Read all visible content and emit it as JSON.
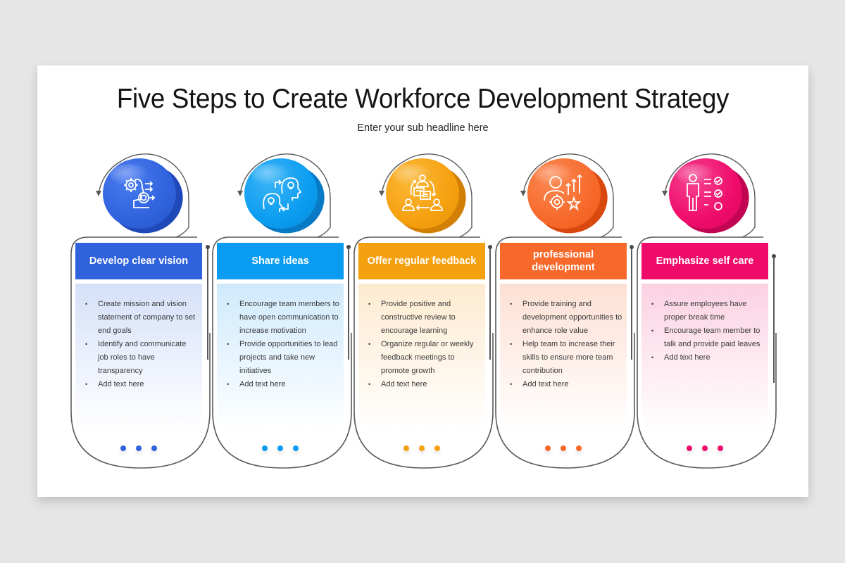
{
  "slide": {
    "title": "Five Steps to Create Workforce Development Strategy",
    "subtitle": "Enter your sub headline here"
  },
  "steps": [
    {
      "title": "Develop clear vision",
      "icon": "head-gear-magnifier-icon",
      "color": "#2f62dc",
      "color_dark": "#1f48b8",
      "tint": "#d5e0f8",
      "bullets": [
        "Create mission and vision statement of company to set end goals",
        "Identify and communicate job roles to have transparency",
        "Add text here"
      ]
    },
    {
      "title": "Share ideas",
      "icon": "heads-lightbulb-exchange-icon",
      "color": "#0a9cf0",
      "color_dark": "#0879c4",
      "tint": "#cfeafc",
      "bullets": [
        "Encourage team members to have open communication to increase motivation",
        "Provide opportunities to lead projects and take new initiatives",
        "Add text here"
      ]
    },
    {
      "title": "Offer regular feedback",
      "icon": "team-chat-cycle-icon",
      "color": "#f5a00e",
      "color_dark": "#d27f05",
      "tint": "#fdebd0",
      "bullets": [
        "Provide positive and constructive review to encourage learning",
        "Organize regular or weekly feedback meetings to promote growth",
        "Add text here"
      ]
    },
    {
      "title": "professional development",
      "icon": "person-gear-growth-star-icon",
      "color": "#f7692a",
      "color_dark": "#d9480e",
      "tint": "#fde0d4",
      "bullets": [
        "Provide training and development opportunities to enhance role value",
        "Help team to increase their skills to ensure more team contribution",
        "Add text here"
      ]
    },
    {
      "title": "Emphasize self care",
      "icon": "person-checklist-icon",
      "color": "#ef0b6a",
      "color_dark": "#c10552",
      "tint": "#fbd1e2",
      "bullets": [
        "Assure employees have proper break time",
        "Encourage team member to talk and provide paid leaves",
        "Add text here"
      ]
    }
  ]
}
